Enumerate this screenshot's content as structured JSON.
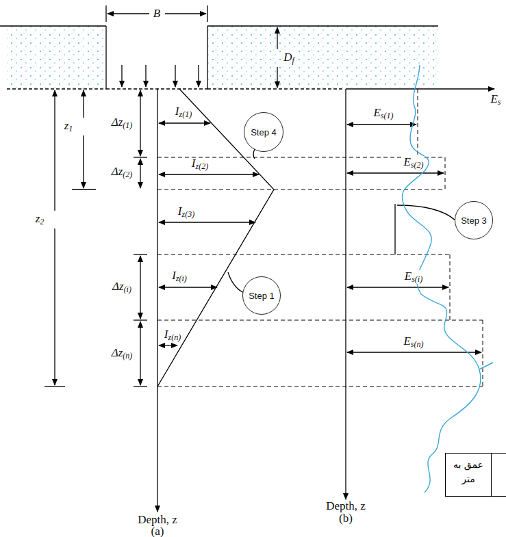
{
  "diagram": {
    "nodes": [
      {
        "text": [
          "Step 4"
        ]
      },
      {
        "text": [
          "Step 3"
        ]
      },
      {
        "text": [
          "Step 1"
        ]
      }
    ],
    "labels": [
      "B",
      "Df",
      "Δz(1)",
      "z1",
      "Iz(1)",
      "Δz(2)",
      "Iz(2)",
      "z2",
      "Iz(3)",
      "Δz(i)",
      "Iz(i)",
      "Δz(n)",
      "Iz(n)",
      "Depth, z",
      "(a)",
      "Es",
      "Es(1)",
      "Es(2)",
      "Es(i)",
      "Es(n)",
      "Depth, z",
      "(b)",
      "عمق به متر"
    ]
  }
}
